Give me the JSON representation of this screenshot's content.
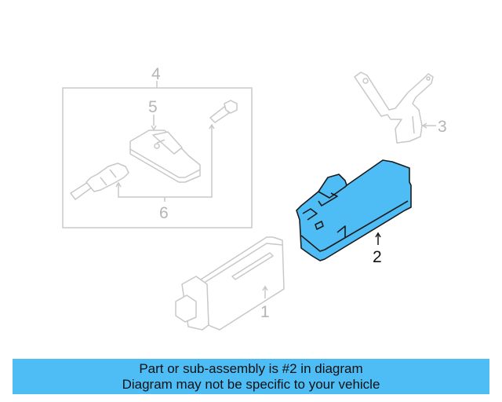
{
  "diagram": {
    "callouts": [
      {
        "id": "1",
        "label": "1",
        "highlighted": false
      },
      {
        "id": "2",
        "label": "2",
        "highlighted": true
      },
      {
        "id": "3",
        "label": "3",
        "highlighted": false
      },
      {
        "id": "4",
        "label": "4",
        "highlighted": false
      },
      {
        "id": "5",
        "label": "5",
        "highlighted": false
      },
      {
        "id": "6",
        "label": "6",
        "highlighted": false
      }
    ],
    "colors": {
      "highlight_fill": "#4fbdf5",
      "highlight_stroke": "#1a1a1a",
      "inactive_stroke": "#c8c8c8",
      "inactive_text": "#b5b5b5"
    }
  },
  "banner": {
    "line1": "Part or sub-assembly is #2 in diagram",
    "line2": "Diagram may not be specific to your vehicle",
    "background": "#4fbdf5"
  }
}
